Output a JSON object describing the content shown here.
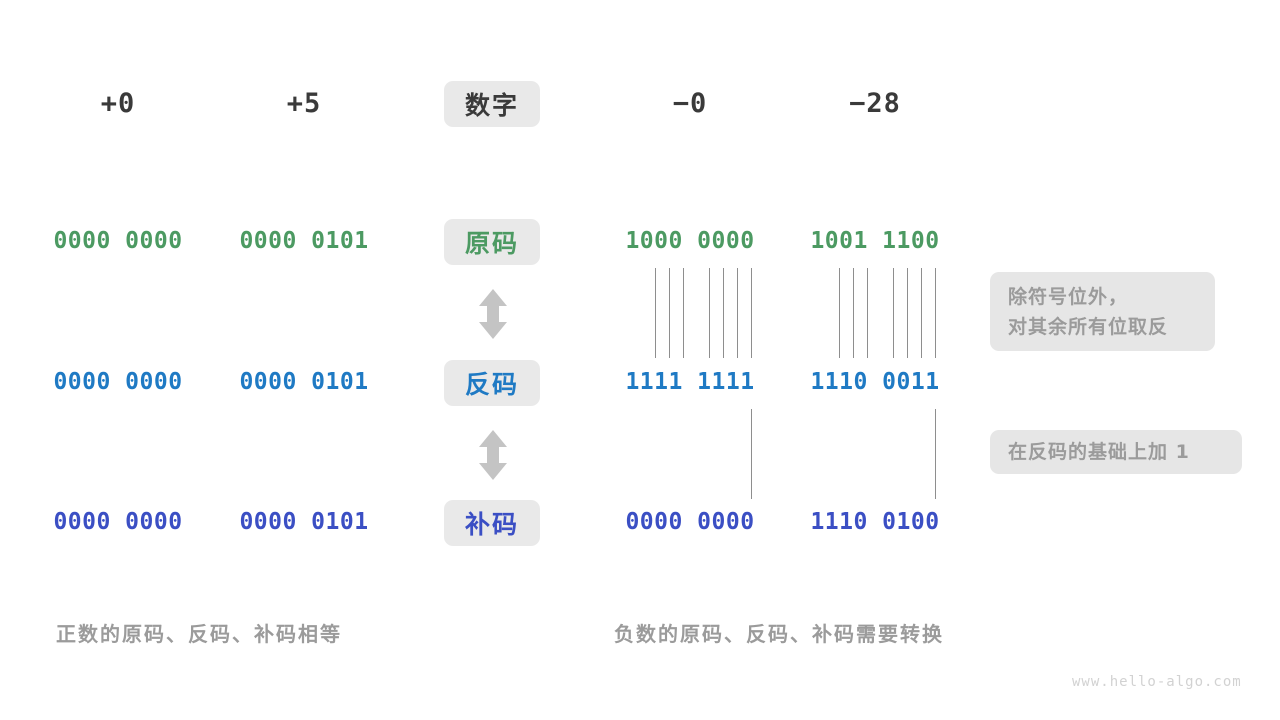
{
  "meta": {
    "watermark": "www.hello-algo.com",
    "colors": {
      "green": "#4c9a62",
      "blue": "#1f7ac4",
      "indigo": "#3b4fc4",
      "chip_bg": "#e9e9e9",
      "note_bg": "#e6e6e6",
      "gray_text": "#9b9b9b",
      "dark_text": "#3a3a3a",
      "tick": "#8e8e8e"
    }
  },
  "row_labels": [
    {
      "text": "数字",
      "tone": "dark"
    },
    {
      "text": "原码",
      "tone": "green"
    },
    {
      "text": "反码",
      "tone": "blue"
    },
    {
      "text": "补码",
      "tone": "indigo"
    }
  ],
  "numbers": {
    "left": [
      "+0",
      "+5"
    ],
    "right": [
      "−0",
      "−28"
    ]
  },
  "rows": {
    "sign_magnitude": {
      "label": "原码",
      "tone": "green",
      "left": [
        "0000 0000",
        "0000 0101"
      ],
      "right": [
        "1000 0000",
        "1001 1100"
      ]
    },
    "ones_complement": {
      "label": "反码",
      "tone": "blue",
      "left": [
        "0000 0000",
        "0000 0101"
      ],
      "right": [
        "1111 1111",
        "1110 0011"
      ]
    },
    "twos_complement": {
      "label": "补码",
      "tone": "indigo",
      "left": [
        "0000 0000",
        "0000 0101"
      ],
      "right": [
        "0000 0000",
        "1110 0100"
      ]
    }
  },
  "notes": {
    "invert": {
      "line1": "除符号位外，",
      "line2": "对其余所有位取反"
    },
    "plus_one": {
      "line1": "在反码的基础上加 1"
    }
  },
  "captions": {
    "left": "正数的原码、反码、补码相等",
    "right": "负数的原码、反码、补码需要转换"
  },
  "arrows": {
    "top": "double-arrow-vertical",
    "bottom": "double-arrow-vertical"
  }
}
